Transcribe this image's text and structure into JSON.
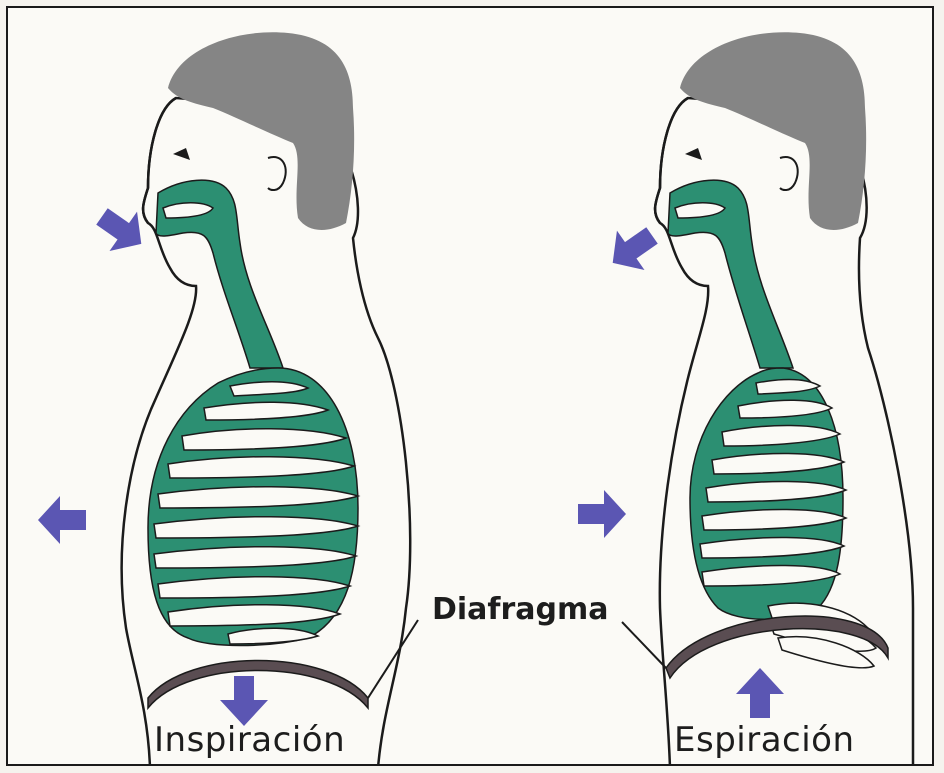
{
  "labels": {
    "left_caption": "Inspiración",
    "right_caption": "Espiración",
    "diaphragm": "Diafragma"
  },
  "colors": {
    "skin_outline": "#1b1b1b",
    "hair": "#858585",
    "airway": "#2c8f72",
    "diaphragm": "#5a4d52",
    "arrow": "#5b56b3",
    "background": "#fbfaf6"
  },
  "icons": [
    "arrow-in-icon",
    "arrow-out-icon",
    "arrow-up-icon",
    "arrow-down-icon",
    "arrow-left-icon",
    "arrow-right-icon"
  ]
}
